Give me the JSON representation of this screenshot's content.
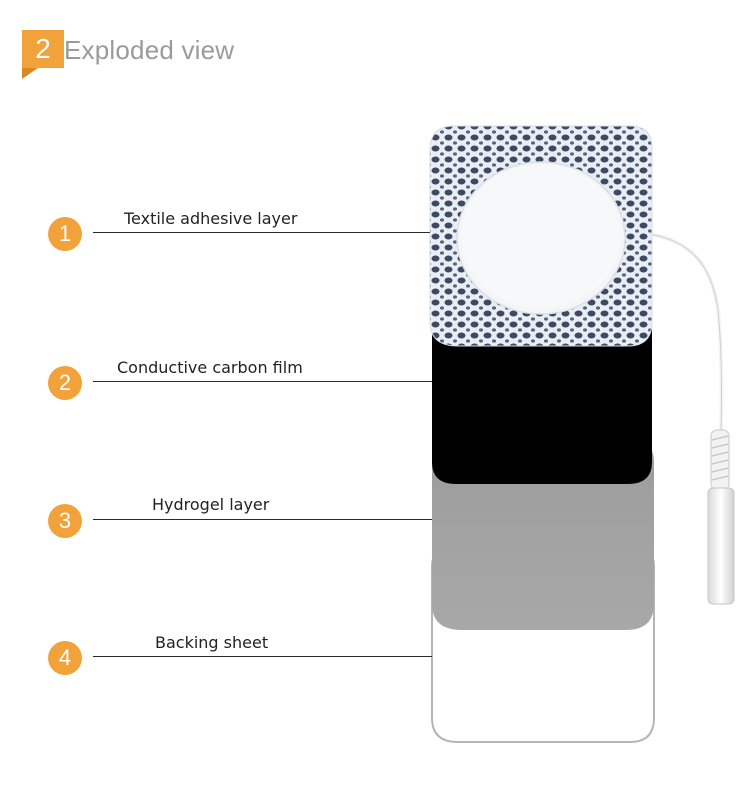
{
  "header": {
    "step_number": "2",
    "title": "Exploded view"
  },
  "layers": [
    {
      "number": "1",
      "label": "Textile adhesive layer"
    },
    {
      "number": "2",
      "label": "Conductive carbon film"
    },
    {
      "number": "3",
      "label": "Hydrogel layer"
    },
    {
      "number": "4",
      "label": "Backing sheet"
    }
  ],
  "colors": {
    "accent": "#f2a23a",
    "title_gray": "#9a9a9a",
    "carbon_film": "#000000",
    "hydrogel": "#a3a3a3",
    "backing": "#ffffff"
  }
}
